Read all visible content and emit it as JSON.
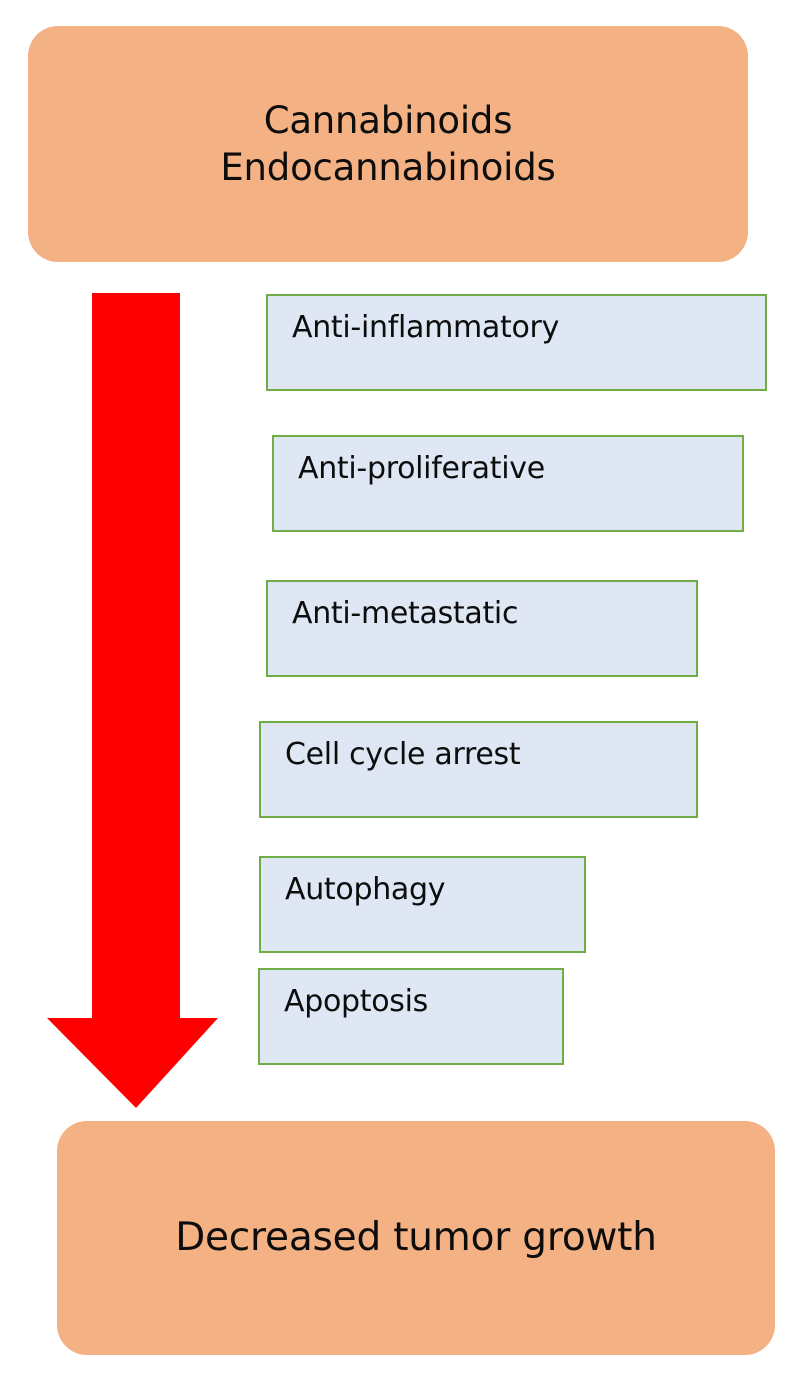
{
  "diagram": {
    "title_flow": "Cannabinoids and endocannabinoids anticancer effects flow diagram",
    "colors": {
      "terminal_fill": "#F4B183",
      "effect_fill": "#DEE7F3",
      "effect_border": "#70AD47",
      "arrow": "#FF0000",
      "text": "#0D0D0D",
      "background": "#FFFFFF"
    },
    "source_box": {
      "line1": "Cannabinoids",
      "line2": "Endocannabinoids"
    },
    "arrow": {
      "name": "down-arrow",
      "direction": "down",
      "color": "#FF0000"
    },
    "effects": [
      {
        "label": "Anti-inflammatory"
      },
      {
        "label": "Anti-proliferative"
      },
      {
        "label": "Anti-metastatic"
      },
      {
        "label": "Cell cycle arrest"
      },
      {
        "label": "Autophagy"
      },
      {
        "label": "Apoptosis"
      }
    ],
    "outcome_box": {
      "label": "Decreased tumor growth"
    }
  }
}
